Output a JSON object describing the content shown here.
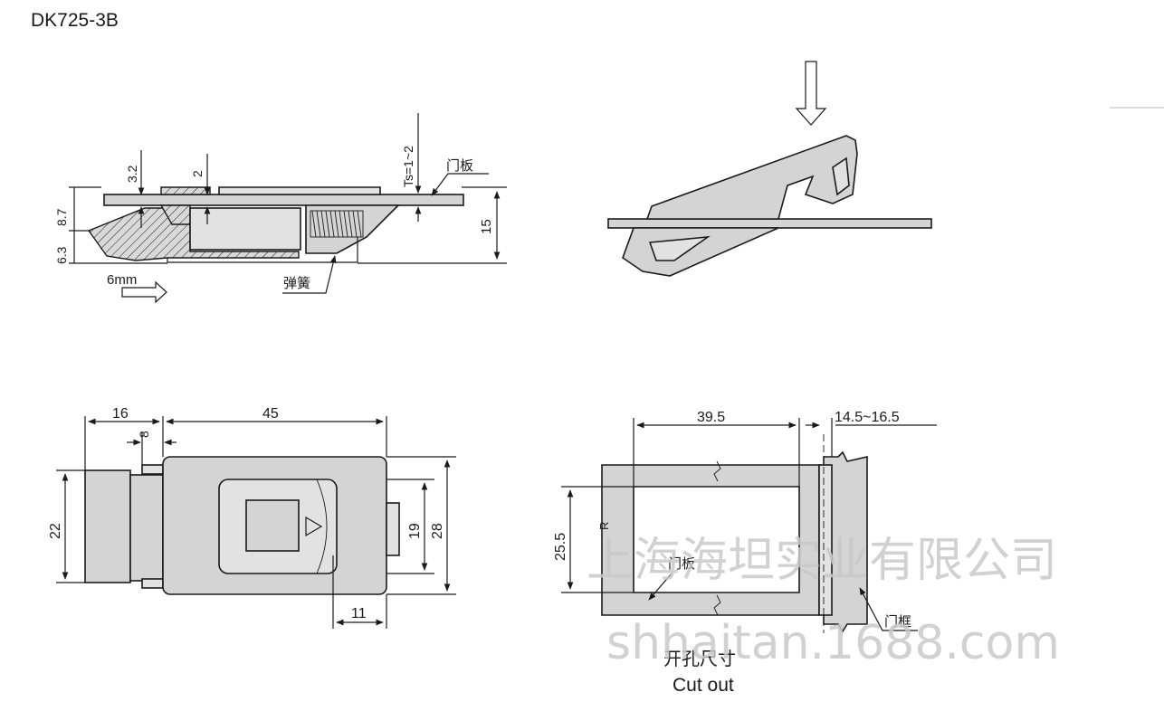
{
  "title": "DK725-3B",
  "side_view": {
    "dims": {
      "d3_2": "3.2",
      "d2": "2",
      "ts": "Ts=1~2",
      "d8_7": "8.7",
      "d6_3": "6.3",
      "d15": "15",
      "travel": "6mm"
    },
    "labels": {
      "door_panel": "门板",
      "spring": "弹簧"
    }
  },
  "front_view": {
    "dims": {
      "d16": "16",
      "d45": "45",
      "d8": "8",
      "d22": "22",
      "d19": "19",
      "d28": "28",
      "d11": "11"
    }
  },
  "cutout_view": {
    "dims": {
      "d39_5": "39.5",
      "d14_5": "14.5~16.5",
      "d25_5": "25.5",
      "r": "R"
    },
    "labels": {
      "door_panel": "门板",
      "door_frame": "门框",
      "cutout_cn": "开孔尺寸",
      "cutout_en": "Cut out"
    }
  },
  "watermark": {
    "line1": "上海海坦实业有限公司",
    "line2": "shhaitan.1688.com"
  }
}
